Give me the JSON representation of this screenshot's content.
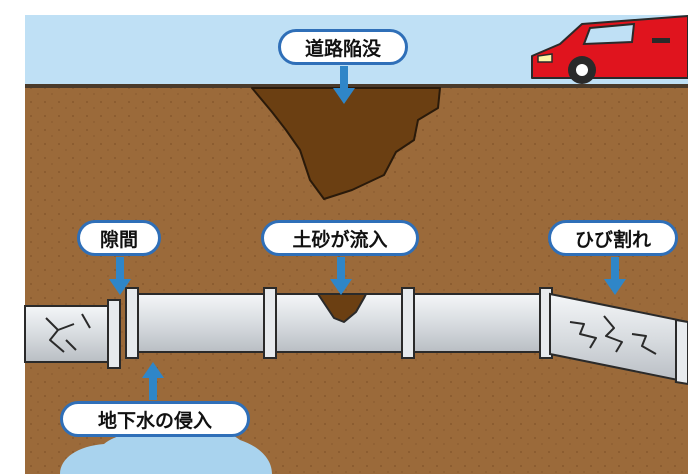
{
  "labels": {
    "road_collapse": "道路陥没",
    "gap": "隙間",
    "soil_inflow": "土砂が流入",
    "crack": "ひび割れ",
    "groundwater_intrusion": "地下水の侵入"
  },
  "colors": {
    "sky": "#bfe0f5",
    "soil": "#9b6a3a",
    "cavity": "#6b3f12",
    "pipe": "#d9dde1",
    "pipe_outline": "#2a2a2a",
    "callout_border": "#2f6fb8",
    "arrow": "#2f86c8",
    "car": "#e0141e",
    "water": "#a9d3ee"
  },
  "icons": [
    "car-icon",
    "arrow-down-icon",
    "arrow-up-icon",
    "crack-icon"
  ]
}
